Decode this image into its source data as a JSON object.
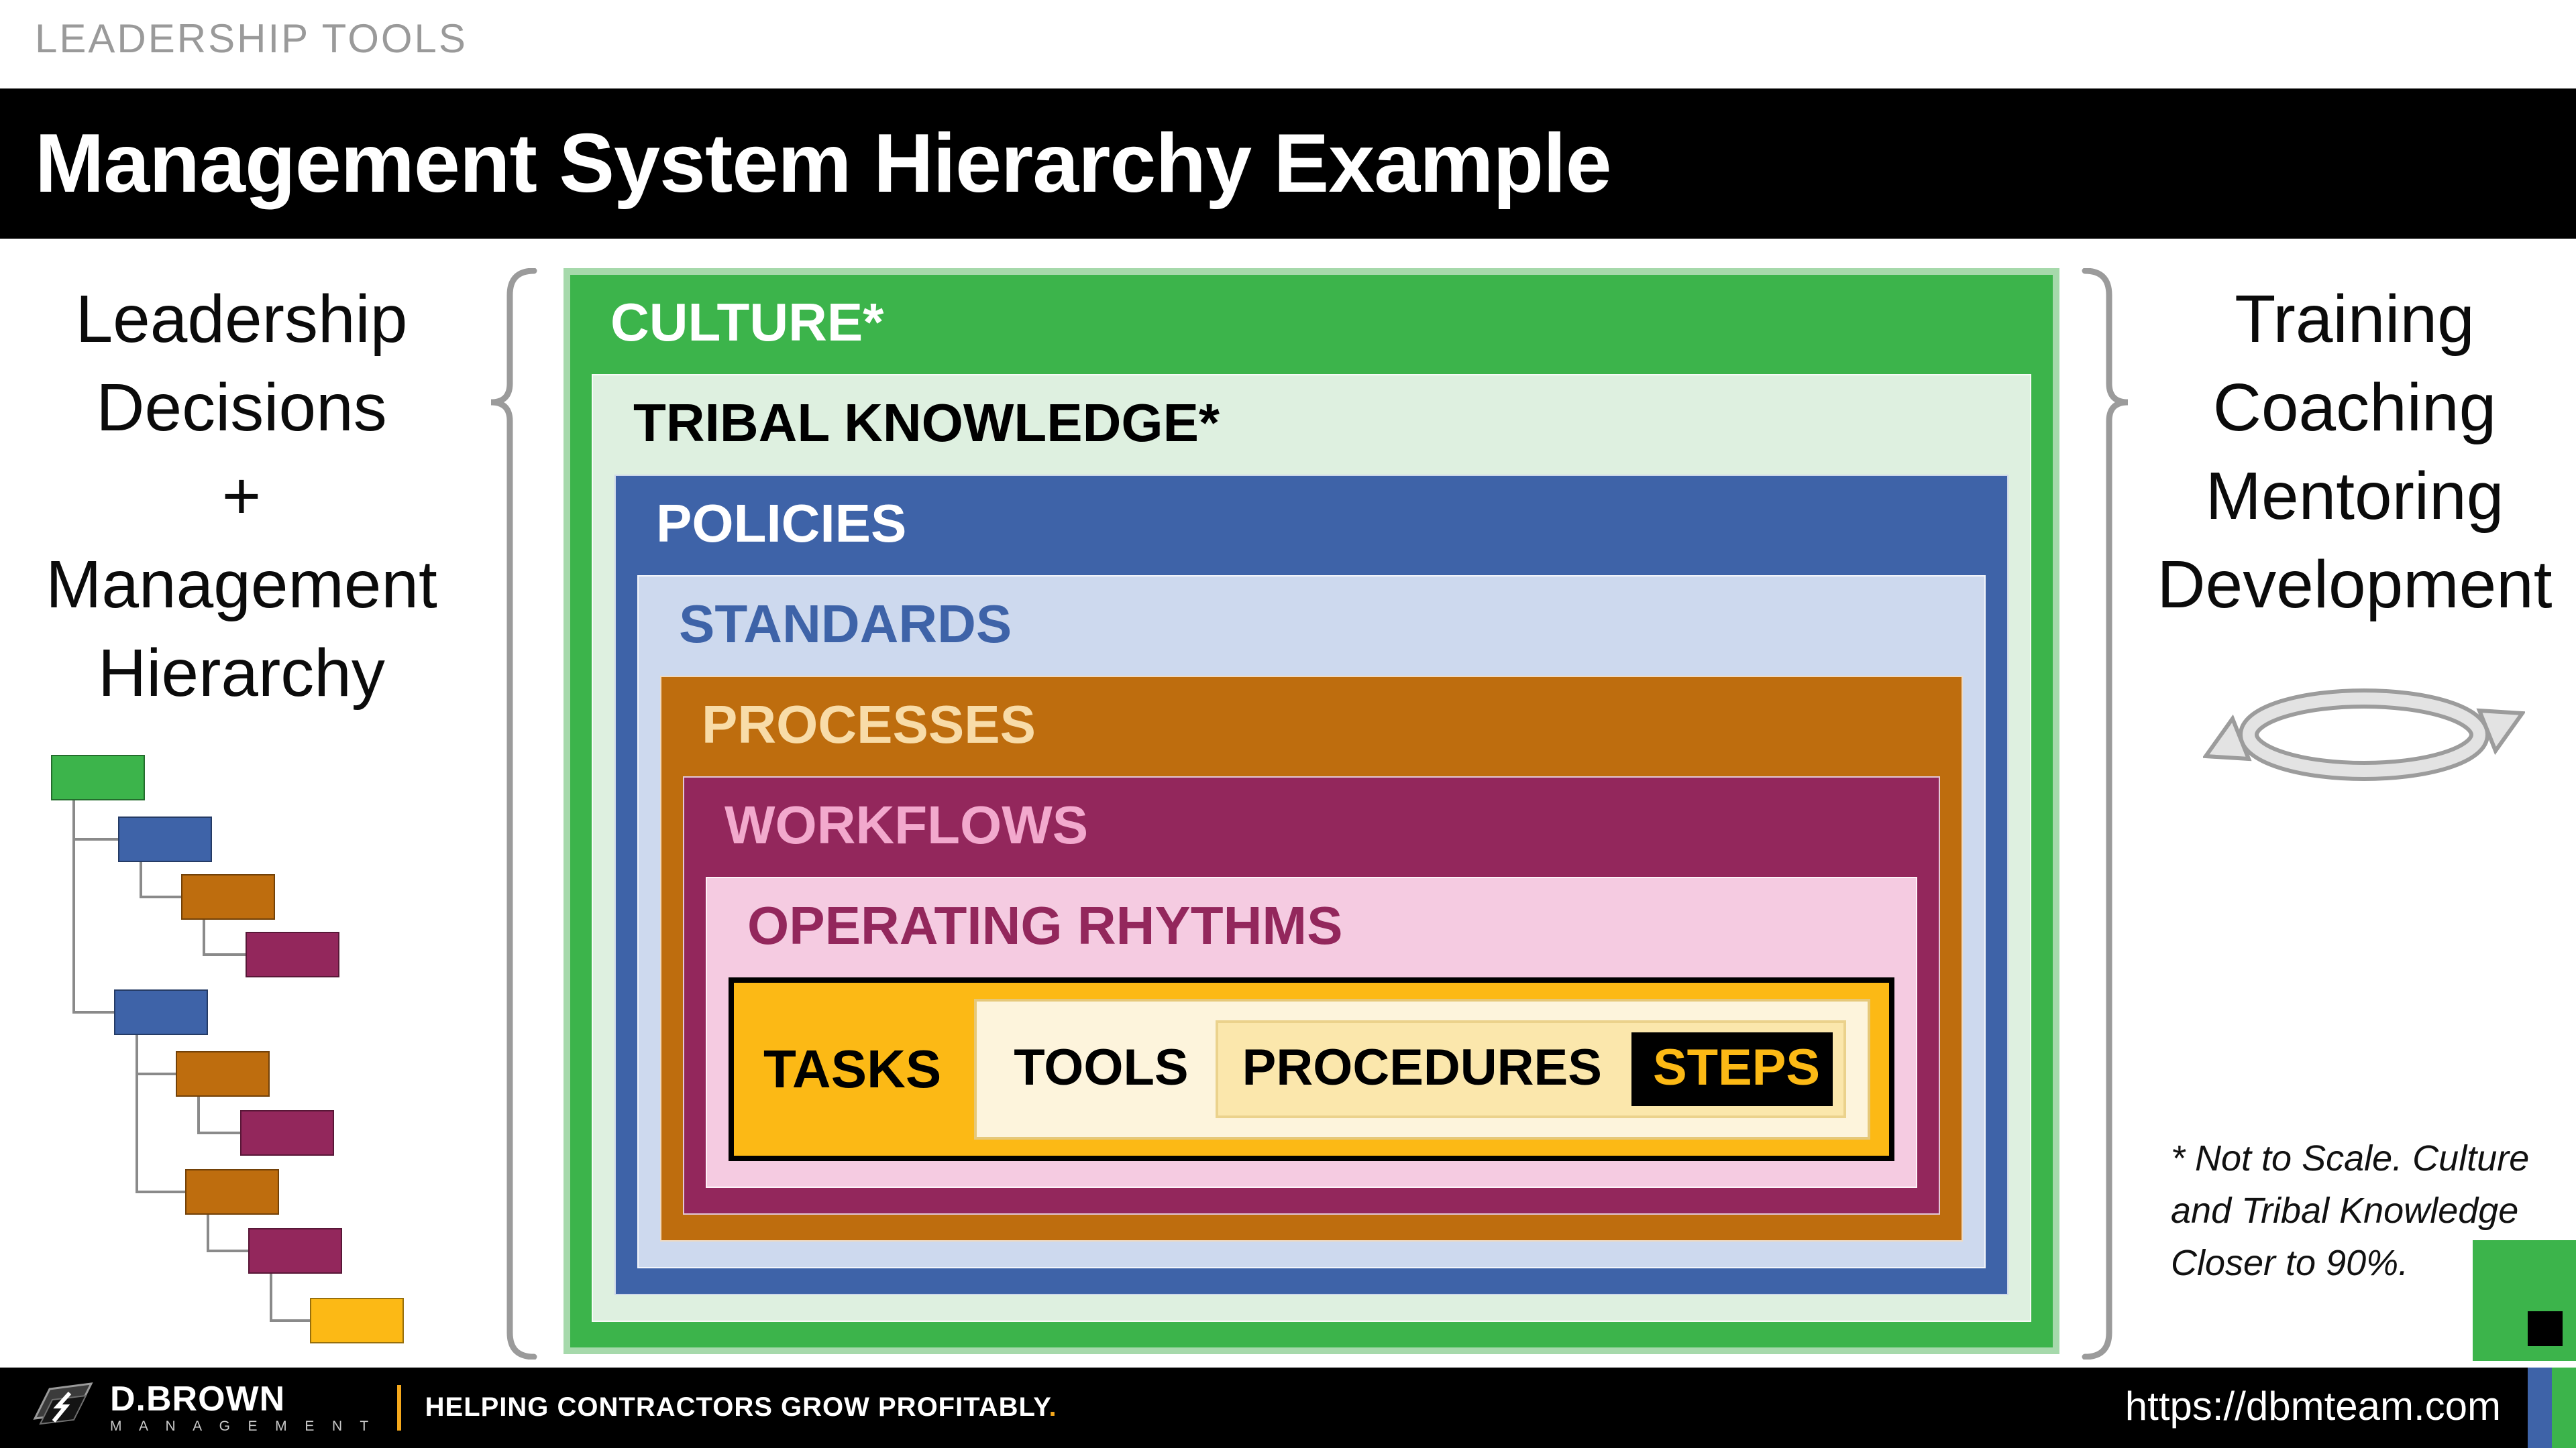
{
  "page": {
    "eyebrow": "LEADERSHIP TOOLS",
    "title": "Management System Hierarchy Example"
  },
  "left_annotation": {
    "lines": [
      "Leadership",
      "Decisions",
      "+",
      "Management",
      "Hierarchy"
    ]
  },
  "right_annotation": {
    "lines": [
      "Training",
      "Coaching",
      "Mentoring",
      "Development"
    ]
  },
  "hierarchy": {
    "levels": [
      {
        "label": "CULTURE*",
        "bg": "#3CB44B",
        "text": "#FFFFFF"
      },
      {
        "label": "TRIBAL KNOWLEDGE*",
        "bg": "#DEF0E0",
        "text": "#000000"
      },
      {
        "label": "POLICIES",
        "bg": "#3E63A8",
        "text": "#FFFFFF"
      },
      {
        "label": "STANDARDS",
        "bg": "#CDD9EE",
        "text": "#3E63A8"
      },
      {
        "label": "PROCESSES",
        "bg": "#BE6D0E",
        "text": "#F8DCA8"
      },
      {
        "label": "WORKFLOWS",
        "bg": "#93275C",
        "text": "#F2A9CD"
      },
      {
        "label": "OPERATING RHYTHMS",
        "bg": "#F5CBE1",
        "text": "#93275C"
      },
      {
        "label": "TASKS",
        "bg": "#FCB915",
        "text": "#000000"
      }
    ],
    "inner": [
      {
        "label": "TOOLS",
        "bg": "#FDF4DC",
        "text": "#000000"
      },
      {
        "label": "PROCEDURES",
        "bg": "#FBE7AC",
        "text": "#000000"
      },
      {
        "label": "STEPS",
        "bg": "#000000",
        "text": "#FCB915"
      }
    ]
  },
  "org_chart": {
    "node_colors": [
      "#3CB44B",
      "#3E63A8",
      "#BE6D0E",
      "#93275C",
      "#3E63A8",
      "#BE6D0E",
      "#93275C",
      "#BE6D0E",
      "#93275C",
      "#FCB915"
    ]
  },
  "footnote": {
    "lines": [
      "* Not to Scale. Culture",
      "and Tribal Knowledge",
      "Closer to 90%."
    ]
  },
  "footer": {
    "brand": "D.BROWN",
    "brand_sub": "M A N A G E M E N T",
    "tagline": "HELPING CONTRACTORS GROW PROFITABLY",
    "tagline_period": ".",
    "url": "https://dbmteam.com",
    "divider_color": "#F5A81C",
    "corner_colors": [
      "#3E63A8",
      "#3CB44B"
    ]
  },
  "icons": {
    "cycle": "cycle-arrows-icon",
    "left_brace": "curly-brace-icon",
    "right_brace": "curly-brace-icon"
  }
}
